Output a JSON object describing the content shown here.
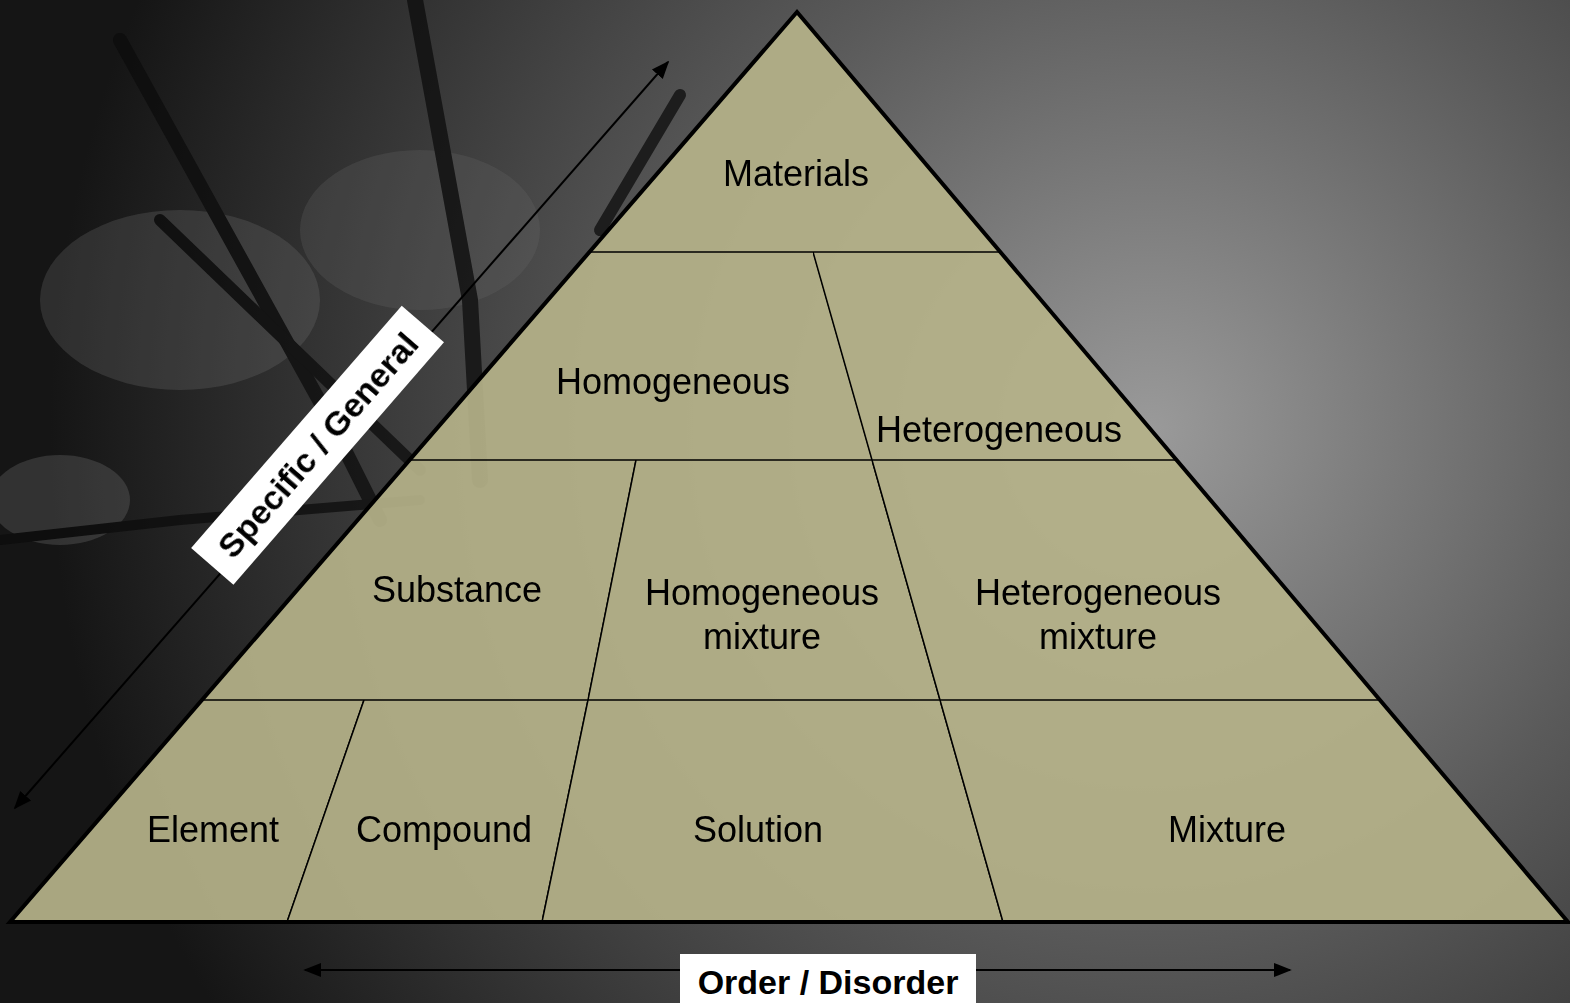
{
  "diagram": {
    "nodes": [
      {
        "text": [
          "Materials"
        ]
      },
      {
        "text": [
          "Homogeneous"
        ]
      },
      {
        "text": [
          "Heterogeneous"
        ]
      },
      {
        "text": [
          "Substance"
        ]
      },
      {
        "text": [
          "Homogeneous mixture"
        ]
      },
      {
        "text": [
          "Heterogeneous mixture"
        ]
      },
      {
        "text": [
          "Element"
        ]
      },
      {
        "text": [
          "Compound"
        ]
      },
      {
        "text": [
          "Solution"
        ]
      },
      {
        "text": [
          "Mixture"
        ]
      }
    ],
    "labels": [
      "Specific / General",
      "Order / Disorder"
    ]
  }
}
